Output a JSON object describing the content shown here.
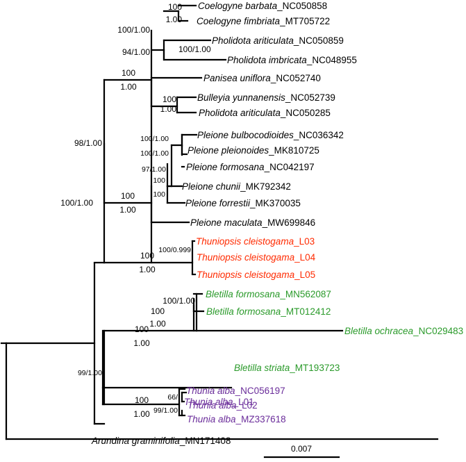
{
  "colors": {
    "default": "#000000",
    "thuniopsis": "#ff2a00",
    "bletilla": "#2a9a2a",
    "thunia": "#6a2c9a"
  },
  "tips": [
    {
      "species": "Coelogyne barbata",
      "accession": "_NC050858",
      "color": "default"
    },
    {
      "species": "Coelogyne fimbriata",
      "accession": "_MT705722",
      "color": "default"
    },
    {
      "species": "Pholidota ariticulata",
      "accession": "_NC050859",
      "color": "default"
    },
    {
      "species": "Pholidota imbricata",
      "accession": "_NC048955",
      "color": "default"
    },
    {
      "species": "Panisea uniflora",
      "accession": "_NC052740",
      "color": "default"
    },
    {
      "species": "Bulleyia yunnanensis",
      "accession": "_NC052739",
      "color": "default"
    },
    {
      "species": "Pholidota ariticulata",
      "accession": "_NC050285",
      "color": "default"
    },
    {
      "species": "Pleione bulbocodioides",
      "accession": "_NC036342",
      "color": "default"
    },
    {
      "species": "Pleione pleionoides",
      "accession": "_MK810725",
      "color": "default"
    },
    {
      "species": "Pleione formosana",
      "accession": "_NC042197",
      "color": "default"
    },
    {
      "species": "Pleione chunii",
      "accession": "_MK792342",
      "color": "default"
    },
    {
      "species": "Pleione forrestii",
      "accession": "_MK370035",
      "color": "default"
    },
    {
      "species": "Pleione maculata",
      "accession": "_MW699846",
      "color": "default"
    },
    {
      "species": "Thuniopsis cleistogama",
      "accession": "_L03",
      "color": "thuniopsis"
    },
    {
      "species": "Thuniopsis cleistogama",
      "accession": "_L04",
      "color": "thuniopsis"
    },
    {
      "species": "Thuniopsis cleistogama",
      "accession": "_L05",
      "color": "thuniopsis"
    },
    {
      "species": "Bletilla formosana",
      "accession": "_MN562087",
      "color": "bletilla"
    },
    {
      "species": "Bletilla formosana",
      "accession": "_MT012412",
      "color": "bletilla"
    },
    {
      "species": "Bletilla ochracea",
      "accession": "_NC029483",
      "color": "bletilla"
    },
    {
      "species": "Bletilla striata",
      "accession": "_MT193723",
      "color": "bletilla"
    },
    {
      "species": "Thunia alba",
      "accession": "_NC056197",
      "color": "thunia"
    },
    {
      "species": "Thunia alba",
      "accession": "_L02",
      "color": "thunia"
    },
    {
      "species": "Thunia alba",
      "accession": "_L01",
      "color": "thunia"
    },
    {
      "species": "Thunia alba",
      "accession": "_MZ337618",
      "color": "thunia"
    },
    {
      "species": "Arundina graminifolia",
      "accession": "_MN171408",
      "color": "default"
    }
  ],
  "supports": [
    {
      "text": "100"
    },
    {
      "text": "1.00"
    },
    {
      "text": "100/1.00"
    },
    {
      "text": "100/1.00"
    },
    {
      "text": "94/1.00"
    },
    {
      "text": "100"
    },
    {
      "text": "1.00"
    },
    {
      "text": "100"
    },
    {
      "text": "1.00"
    },
    {
      "text": "98/1.00"
    },
    {
      "text": "100/1.00"
    },
    {
      "text": "100/1.00"
    },
    {
      "text": "97/1.00"
    },
    {
      "text": "100"
    },
    {
      "text": "100"
    },
    {
      "text": "100"
    },
    {
      "text": "1.00"
    },
    {
      "text": "100/1.00"
    },
    {
      "text": "100/0.999"
    },
    {
      "text": "100"
    },
    {
      "text": "1.00"
    },
    {
      "text": "100/1.00"
    },
    {
      "text": "100"
    },
    {
      "text": "1.00"
    },
    {
      "text": "100"
    },
    {
      "text": "1.00"
    },
    {
      "text": "99/1.00"
    },
    {
      "text": "66/"
    },
    {
      "text": "99/1.00"
    },
    {
      "text": "100"
    },
    {
      "text": "1.00"
    }
  ],
  "scale": {
    "label": "0.007"
  }
}
